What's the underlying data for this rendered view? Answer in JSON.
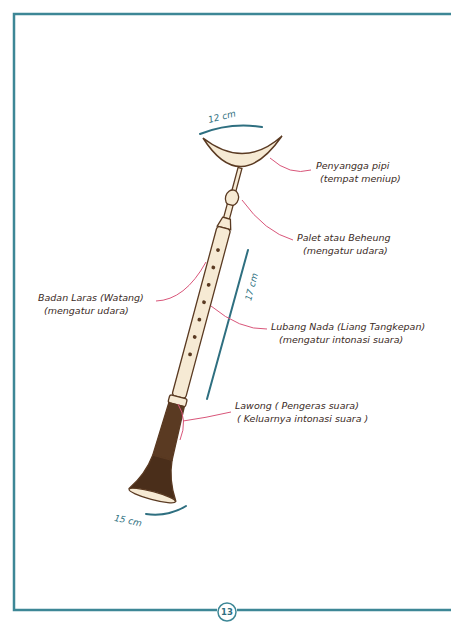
{
  "diagram": {
    "labels": [
      "12 cm",
      "Penyangga pipi",
      "(tempat meniup)",
      "Palet atau Beheung",
      "(mengatur udara)",
      "Badan Laras (Watang)",
      "(mengatur udara)",
      "17 cm",
      "Lubang Nada (Liang Tangkepan)",
      "(mengatur intonasi suara)",
      "Lawong ( Pengeras suara)",
      "( Keluarnya intonasi suara )",
      "15 cm",
      "13"
    ]
  }
}
